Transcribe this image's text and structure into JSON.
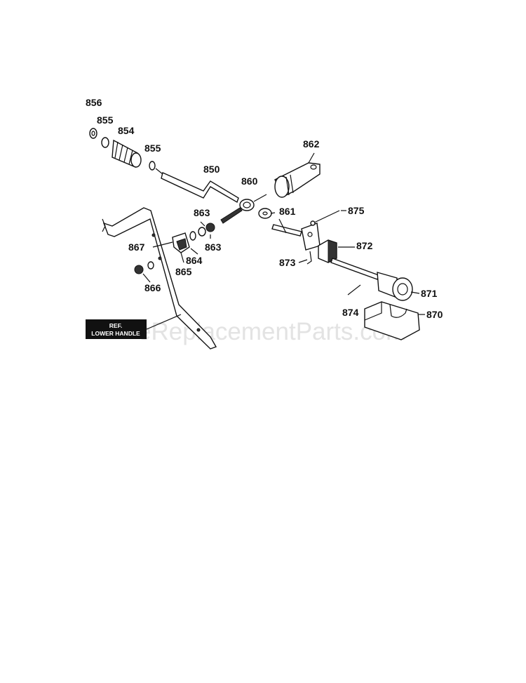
{
  "watermark": "eReplacementParts.com",
  "ref_box": {
    "line1": "REF.",
    "line2": "LOWER HANDLE"
  },
  "labels": {
    "p856": "856",
    "p855a": "855",
    "p854": "854",
    "p855b": "855",
    "p850": "850",
    "p860": "860",
    "p862": "862",
    "p861": "861",
    "p875": "875",
    "p863a": "863",
    "p863b": "863",
    "p867": "867",
    "p864": "864",
    "p865": "865",
    "p866": "866",
    "p872": "872",
    "p873": "873",
    "p871": "871",
    "p874": "874",
    "p870": "870"
  }
}
